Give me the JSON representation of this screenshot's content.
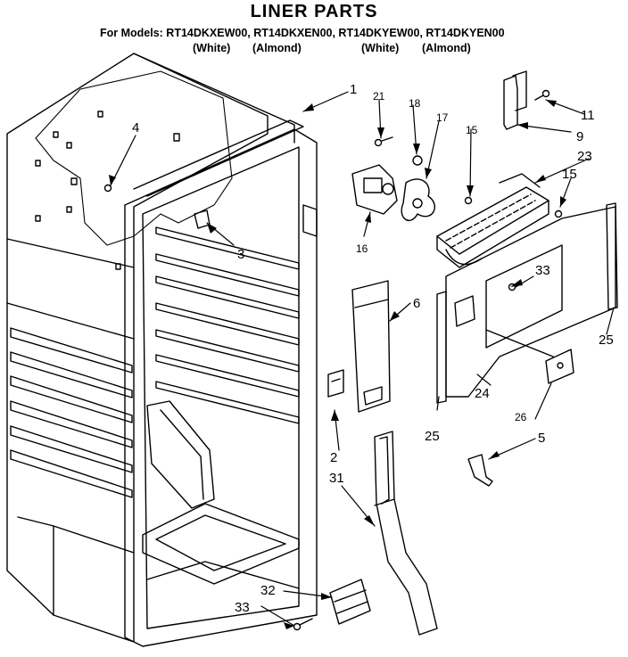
{
  "header": {
    "title": "LINER PARTS",
    "models": "For Models: RT14DKXEW00, RT14DKXEN00, RT14DKYEW00, RT14DKYEN00",
    "colors": [
      "(White)",
      "(Almond)",
      "(White)",
      "(Almond)"
    ]
  },
  "callouts": [
    {
      "id": "c1",
      "label": "1"
    },
    {
      "id": "c2",
      "label": "2"
    },
    {
      "id": "c3",
      "label": "3"
    },
    {
      "id": "c4",
      "label": "4"
    },
    {
      "id": "c5",
      "label": "5"
    },
    {
      "id": "c6",
      "label": "6"
    },
    {
      "id": "c9",
      "label": "9"
    },
    {
      "id": "c11",
      "label": "11"
    },
    {
      "id": "c15a",
      "label": "15"
    },
    {
      "id": "c15b",
      "label": "15"
    },
    {
      "id": "c16",
      "label": "16"
    },
    {
      "id": "c17",
      "label": "17"
    },
    {
      "id": "c18",
      "label": "18"
    },
    {
      "id": "c21",
      "label": "21"
    },
    {
      "id": "c23",
      "label": "23"
    },
    {
      "id": "c24",
      "label": "24"
    },
    {
      "id": "c25a",
      "label": "25"
    },
    {
      "id": "c25b",
      "label": "25"
    },
    {
      "id": "c26",
      "label": "26"
    },
    {
      "id": "c31",
      "label": "31"
    },
    {
      "id": "c32",
      "label": "32"
    },
    {
      "id": "c33a",
      "label": "33"
    },
    {
      "id": "c33b",
      "label": "33"
    }
  ],
  "colors": {
    "ink": "#000000",
    "paper": "#ffffff"
  }
}
